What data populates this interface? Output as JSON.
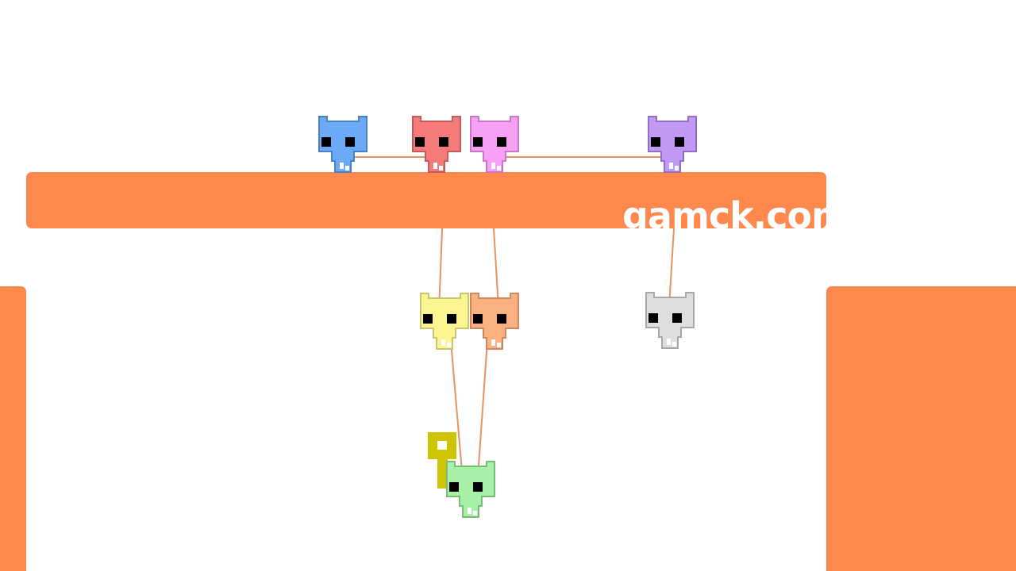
{
  "watermark": {
    "text": "gamck.com"
  },
  "colors": {
    "background": "#ffffff",
    "ground": "#ff884d",
    "rope": "#e8925e",
    "key": "#cfc400",
    "eye": "#000000",
    "feet": "#ffffff"
  },
  "cats": [
    {
      "name": "blue",
      "fill": "#6aaaf6",
      "stroke": "#4a80c4"
    },
    {
      "name": "red",
      "fill": "#f57a7a",
      "stroke": "#c45a5a"
    },
    {
      "name": "pink",
      "fill": "#f7a0f5",
      "stroke": "#c878c4"
    },
    {
      "name": "purple",
      "fill": "#c29af5",
      "stroke": "#9070c4"
    },
    {
      "name": "yellow",
      "fill": "#fcf690",
      "stroke": "#cbc470"
    },
    {
      "name": "orange",
      "fill": "#fbb080",
      "stroke": "#cc8860"
    },
    {
      "name": "gray",
      "fill": "#dedede",
      "stroke": "#a8a8a8"
    },
    {
      "name": "green",
      "fill": "#a8f0a8",
      "stroke": "#78bc78"
    }
  ],
  "key": {
    "icon": "key-icon"
  }
}
